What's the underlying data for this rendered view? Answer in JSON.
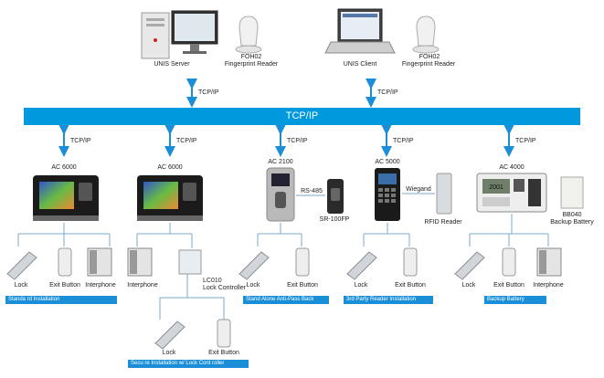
{
  "network": {
    "bus_label": "TCP/IP",
    "link_label": "TCP/IP"
  },
  "server": {
    "label": "UNIS Server"
  },
  "client": {
    "label": "UNIS Client"
  },
  "reader_left": {
    "line1": "FOH02",
    "line2": "Fingerprint Reader"
  },
  "reader_right": {
    "line1": "FOH02",
    "line2": "Fingerprint Reader"
  },
  "devices": [
    {
      "name": "AC 6000"
    },
    {
      "name": "AC 6000"
    },
    {
      "name": "AC 2100"
    },
    {
      "name": "AC 5000"
    },
    {
      "name": "AC 4000"
    }
  ],
  "extras": {
    "rs485": "RS-485",
    "sr100fp": "SR-100FP",
    "wiegand": "Wiegand",
    "rfid_reader": "RFID Reader",
    "battery_line1": "BB040",
    "battery_line2": "Backup Battery",
    "lc010_line1": "LC010",
    "lc010_line2": "Lock Controller",
    "ac4000_screen": "2001"
  },
  "peripherals": {
    "lock": "Lock",
    "exit_button": "Exit Button",
    "interphone": "Interphone"
  },
  "tags": {
    "standard": "Standa  rd Installation",
    "antipass": "Stand Alone Anti-Pass Back",
    "third_party": "3rd Party Reader Installation",
    "backup": "Backup Battery",
    "secure": "Secu  re Installation w/ Lock Cont     roller"
  },
  "colors": {
    "bus": "#0099dd",
    "tag": "#1a8fd8",
    "arrow": "#1a8fd8",
    "wire": "#7aa8c8"
  }
}
